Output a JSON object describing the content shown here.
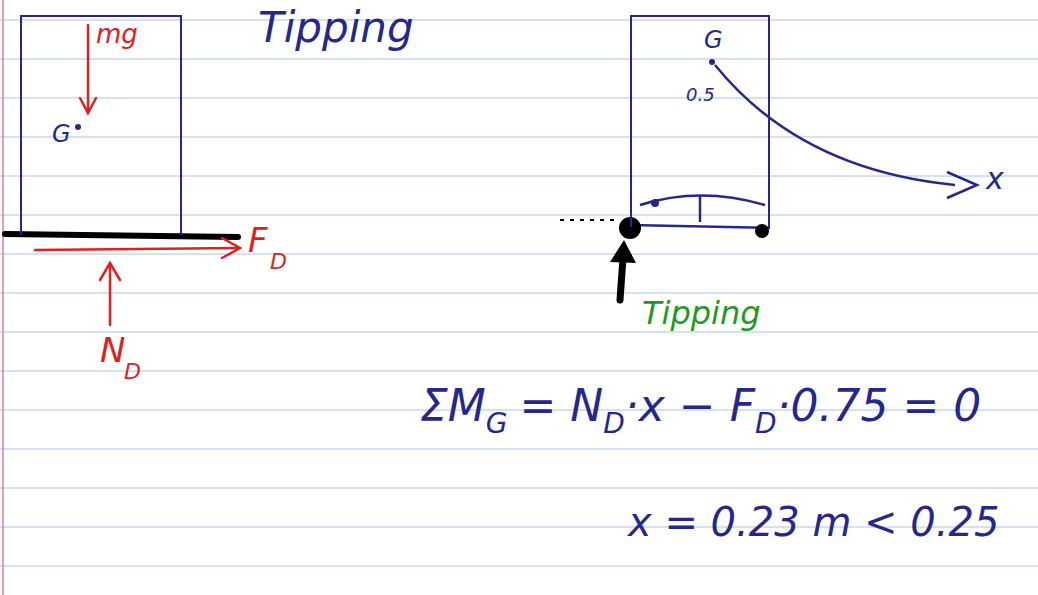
{
  "diagram": {
    "title": "Tipping",
    "nodes": [
      {
        "text": [
          "G",
          "mg"
        ]
      },
      {
        "text": [
          "G",
          "0.5"
        ]
      }
    ],
    "labels": [
      "F",
      "D",
      "N",
      "D",
      "x",
      "Tipping",
      "ΣM",
      "G",
      "= N",
      "D",
      "·x − F",
      "D",
      "·0.75 = 0",
      "x = 0.23 m < 0.25"
    ]
  }
}
